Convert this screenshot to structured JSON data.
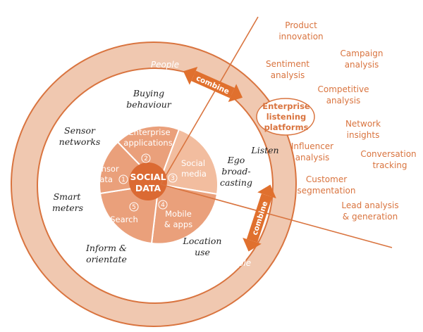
{
  "center": {
    "line1": "SOCIAL",
    "line2": "DATA"
  },
  "inner_segments": {
    "enterprise": {
      "line1": "Enterprise",
      "line2": "applications",
      "num": "2"
    },
    "social": {
      "line1": "Social",
      "line2": "media",
      "num": "3"
    },
    "mobile": {
      "line1": "Mobile",
      "line2": "& apps",
      "num": "4"
    },
    "search": {
      "label": "Search",
      "num": "5"
    },
    "sensor": {
      "line1": "Sensor",
      "line2": "data",
      "num": "1"
    }
  },
  "middle_ring": {
    "buying": {
      "line1": "Buying",
      "line2": "behaviour"
    },
    "sensor_networks": {
      "line1": "Sensor",
      "line2": "networks"
    },
    "smart_meters": {
      "line1": "Smart",
      "line2": "meters"
    },
    "inform": {
      "line1": "Inform &",
      "line2": "orientate"
    },
    "location": {
      "line1": "Location",
      "line2": "use"
    },
    "ego": {
      "line1": "Ego",
      "line2": "broad-",
      "line3": "casting"
    },
    "listen": "Listen"
  },
  "outer_ring": {
    "people_top": "People",
    "people_bottom": "People"
  },
  "arrows": {
    "top": "combine",
    "bottom": "combine"
  },
  "enterprise_box": {
    "line1": "Enterprise",
    "line2": "listening",
    "line3": "platforms"
  },
  "applications": [
    {
      "line1": "Product",
      "line2": "innovation"
    },
    {
      "line1": "Campaign",
      "line2": "analysis"
    },
    {
      "line1": "Sentiment",
      "line2": "analysis"
    },
    {
      "line1": "Competitive",
      "line2": "analysis"
    },
    {
      "line1": "Network",
      "line2": "insights"
    },
    {
      "line1": "Conversation",
      "line2": "tracking"
    },
    {
      "line1": "Influencer",
      "line2": "analysis"
    },
    {
      "line1": "Customer",
      "line2": "segmentation"
    },
    {
      "line1": "Lead analysis",
      "line2": "& generation"
    }
  ],
  "colors": {
    "outer_ring": "#f0c8b0",
    "middle_ring": "#ffffff",
    "inner_ring": "#eba27f",
    "center": "#db6a33",
    "stroke": "#d9743f",
    "arrow": "#e0702e",
    "app_text": "#d9743f"
  }
}
